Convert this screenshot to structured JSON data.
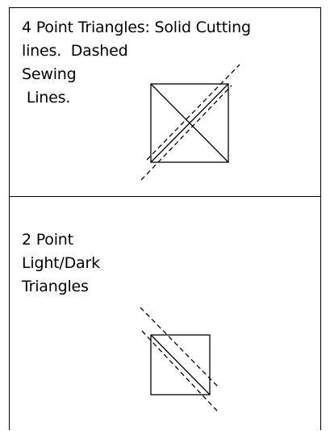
{
  "top_panel": {
    "caption_lines": [
      "4 Point Triangles: Solid Cutting",
      "lines.  Dashed",
      "Sewing",
      " Lines."
    ]
  },
  "bottom_panel": {
    "caption_lines": [
      "2 Point",
      "Light/Dark",
      "Triangles"
    ]
  },
  "colors": {
    "line": "#000000",
    "background": "#ffffff"
  }
}
